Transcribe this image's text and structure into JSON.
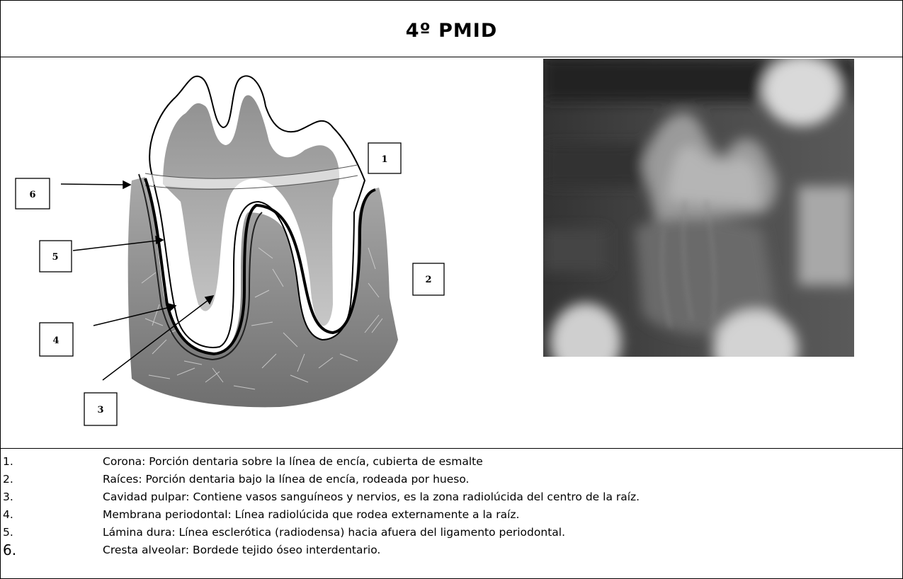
{
  "title": "4º PMID",
  "diagram_callouts": [
    "1",
    "2",
    "3",
    "4",
    "5",
    "6"
  ],
  "legend": [
    {
      "number": "1.",
      "text": "Corona:  Porción dentaria sobre la línea de encía, cubierta de esmalte"
    },
    {
      "number": "2.",
      "text": "Raíces:  Porción dentaria bajo la línea de encía, rodeada por hueso."
    },
    {
      "number": "3.",
      "text": "Cavidad pulpar:  Contiene vasos sanguíneos y nervios, es la zona radiolúcida del centro de la raíz."
    },
    {
      "number": "4.",
      "text": "Membrana periodontal:  Línea radiolúcida que rodea externamente a la raíz."
    },
    {
      "number": "5.",
      "text": "Lámina dura:  Línea esclerótica (radiodensa) hacia afuera del ligamento periodontal."
    },
    {
      "number": "6.",
      "text": "Cresta alveolar:  Bordede tejido óseo interdentario."
    }
  ]
}
